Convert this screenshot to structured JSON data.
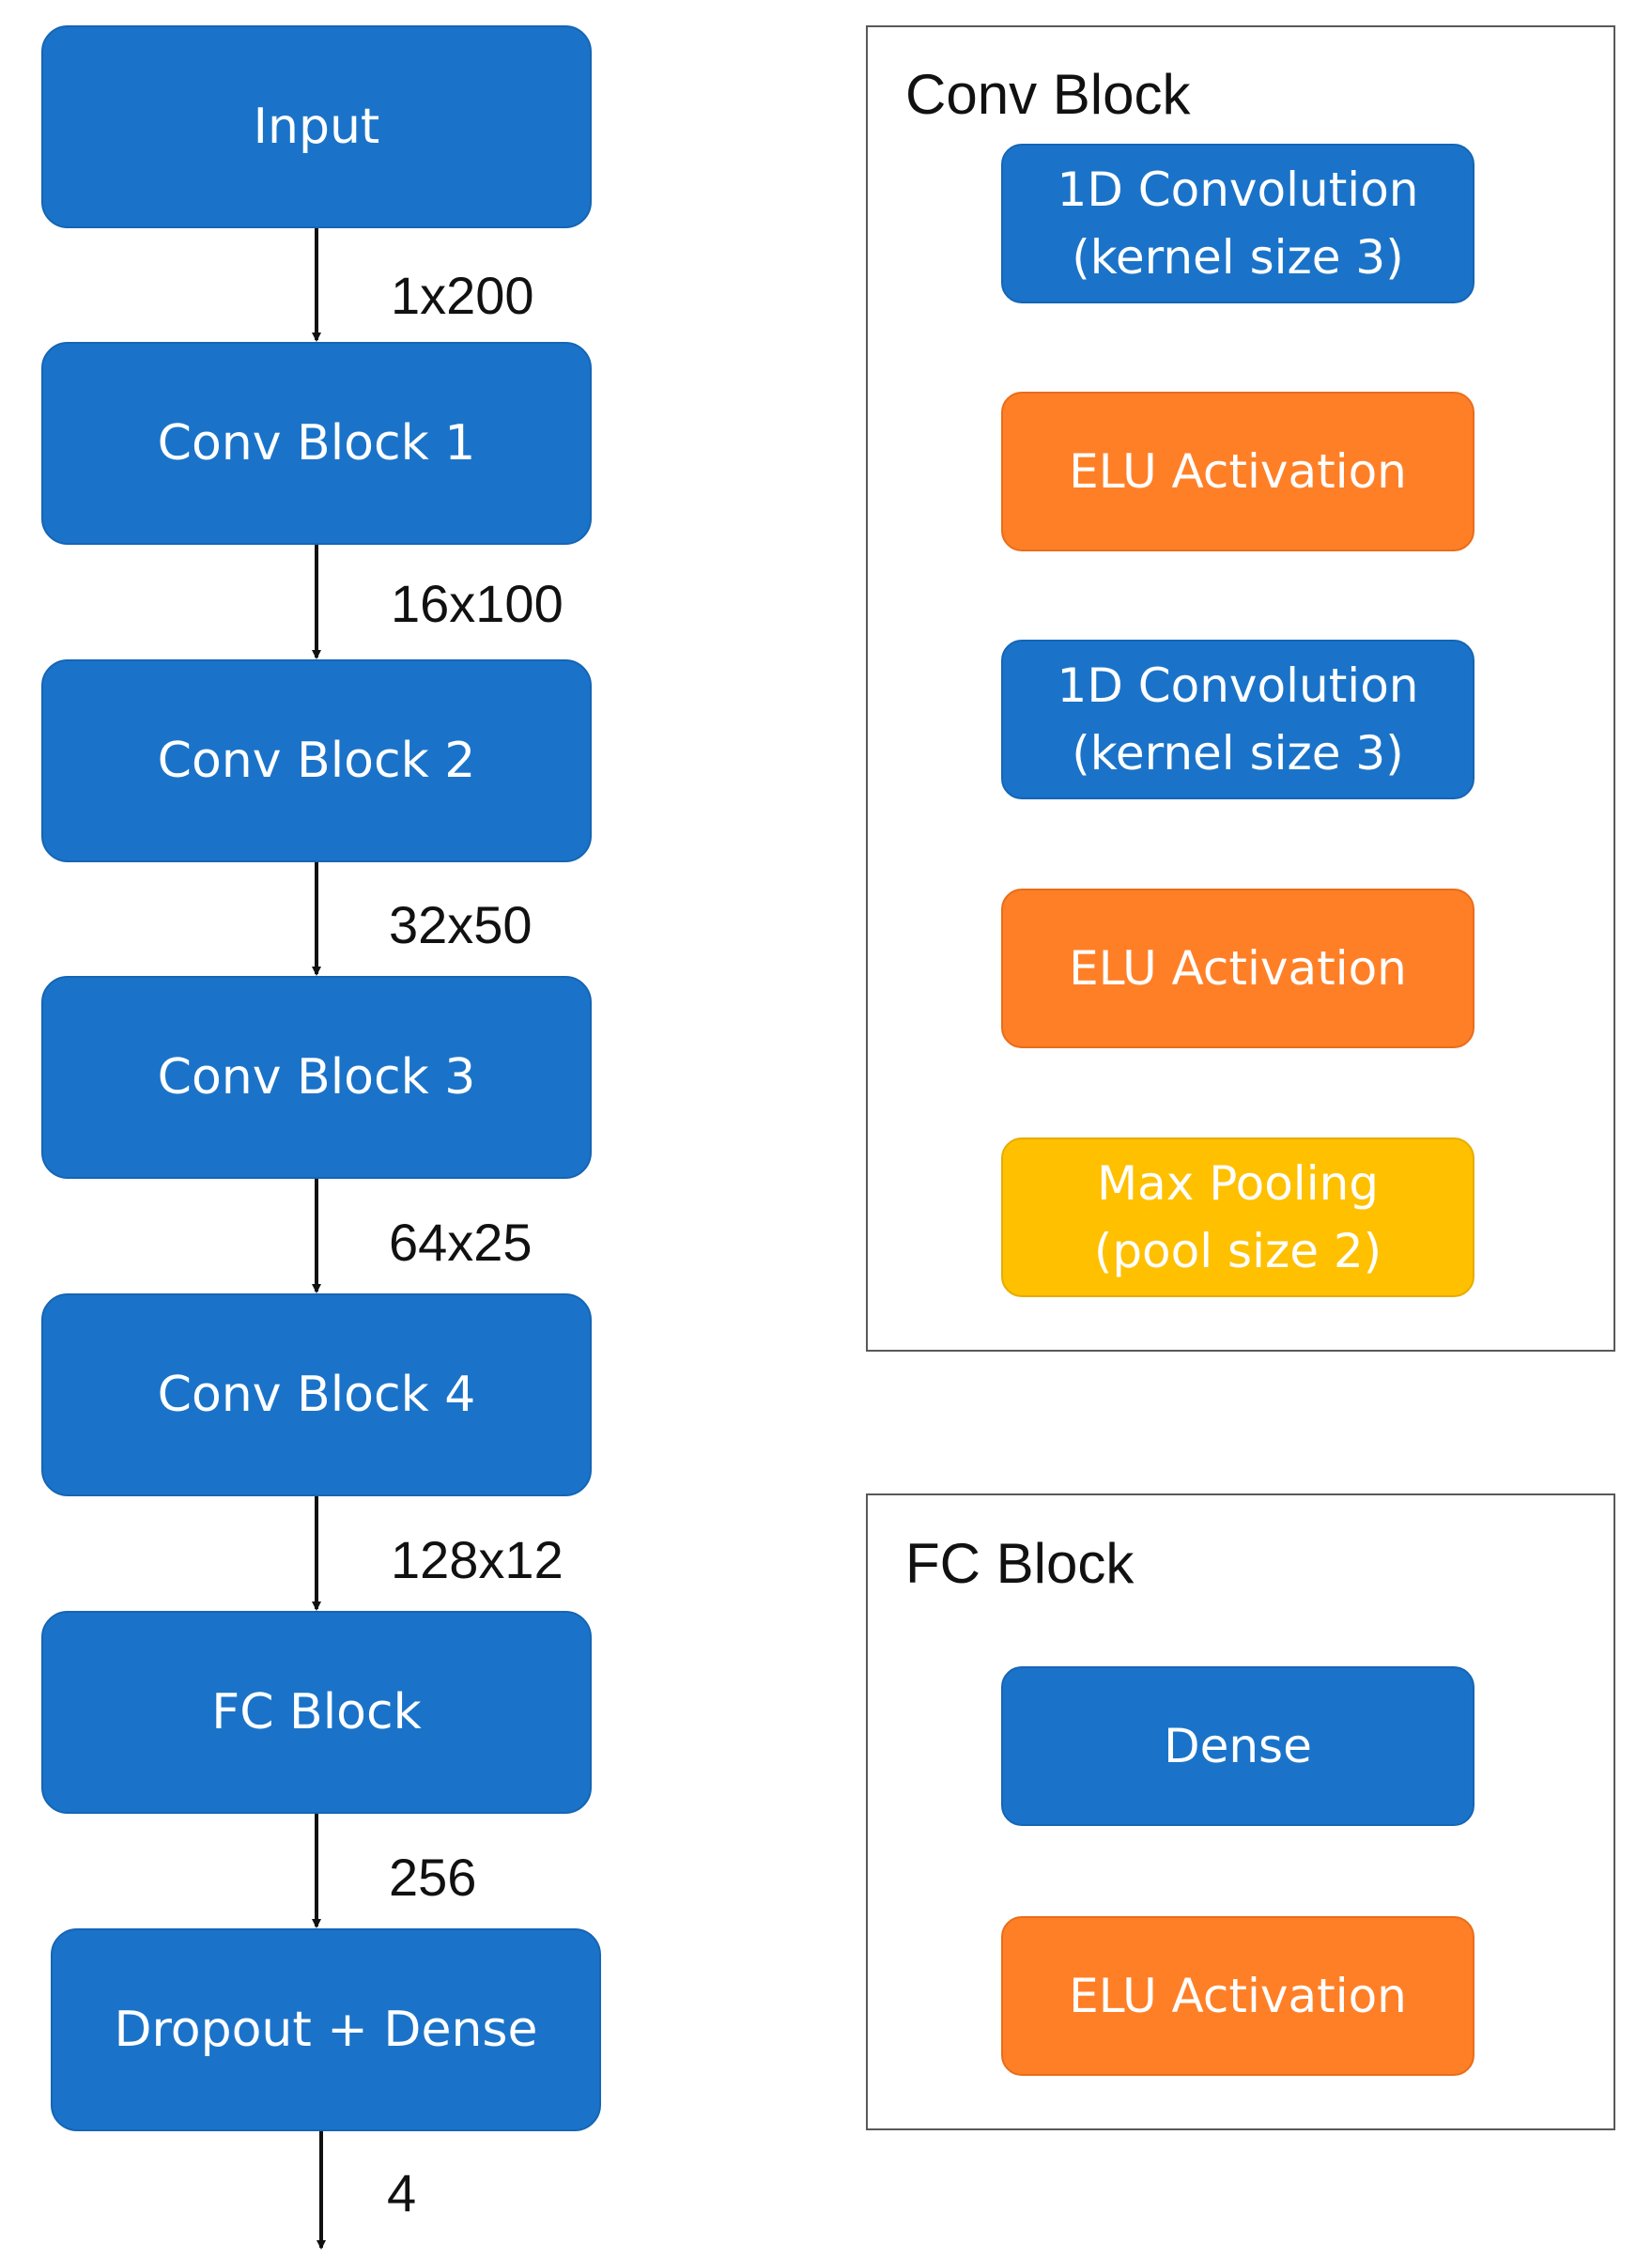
{
  "main_flow": {
    "blocks": [
      {
        "label": "Input"
      },
      {
        "label": "Conv Block 1"
      },
      {
        "label": "Conv Block 2"
      },
      {
        "label": "Conv Block 3"
      },
      {
        "label": "Conv Block 4"
      },
      {
        "label": "FC Block"
      },
      {
        "label": "Dropout + Dense"
      }
    ],
    "shapes": [
      "1x200",
      "16x100",
      "32x50",
      "64x25",
      "128x12",
      "256",
      "4"
    ]
  },
  "conv_block_panel": {
    "title": "Conv Block",
    "layers": [
      {
        "label": "1D Convolution\n(kernel size 3)",
        "color": "#1a73c9"
      },
      {
        "label": "ELU Activation",
        "color": "#ff7f27"
      },
      {
        "label": "1D Convolution\n(kernel size 3)",
        "color": "#1a73c9"
      },
      {
        "label": "ELU Activation",
        "color": "#ff7f27"
      },
      {
        "label": "Max Pooling\n(pool size 2)",
        "color": "#ffc000"
      }
    ]
  },
  "fc_block_panel": {
    "title": "FC Block",
    "layers": [
      {
        "label": "Dense",
        "color": "#1a73c9"
      },
      {
        "label": "ELU Activation",
        "color": "#ff7f27"
      }
    ]
  }
}
